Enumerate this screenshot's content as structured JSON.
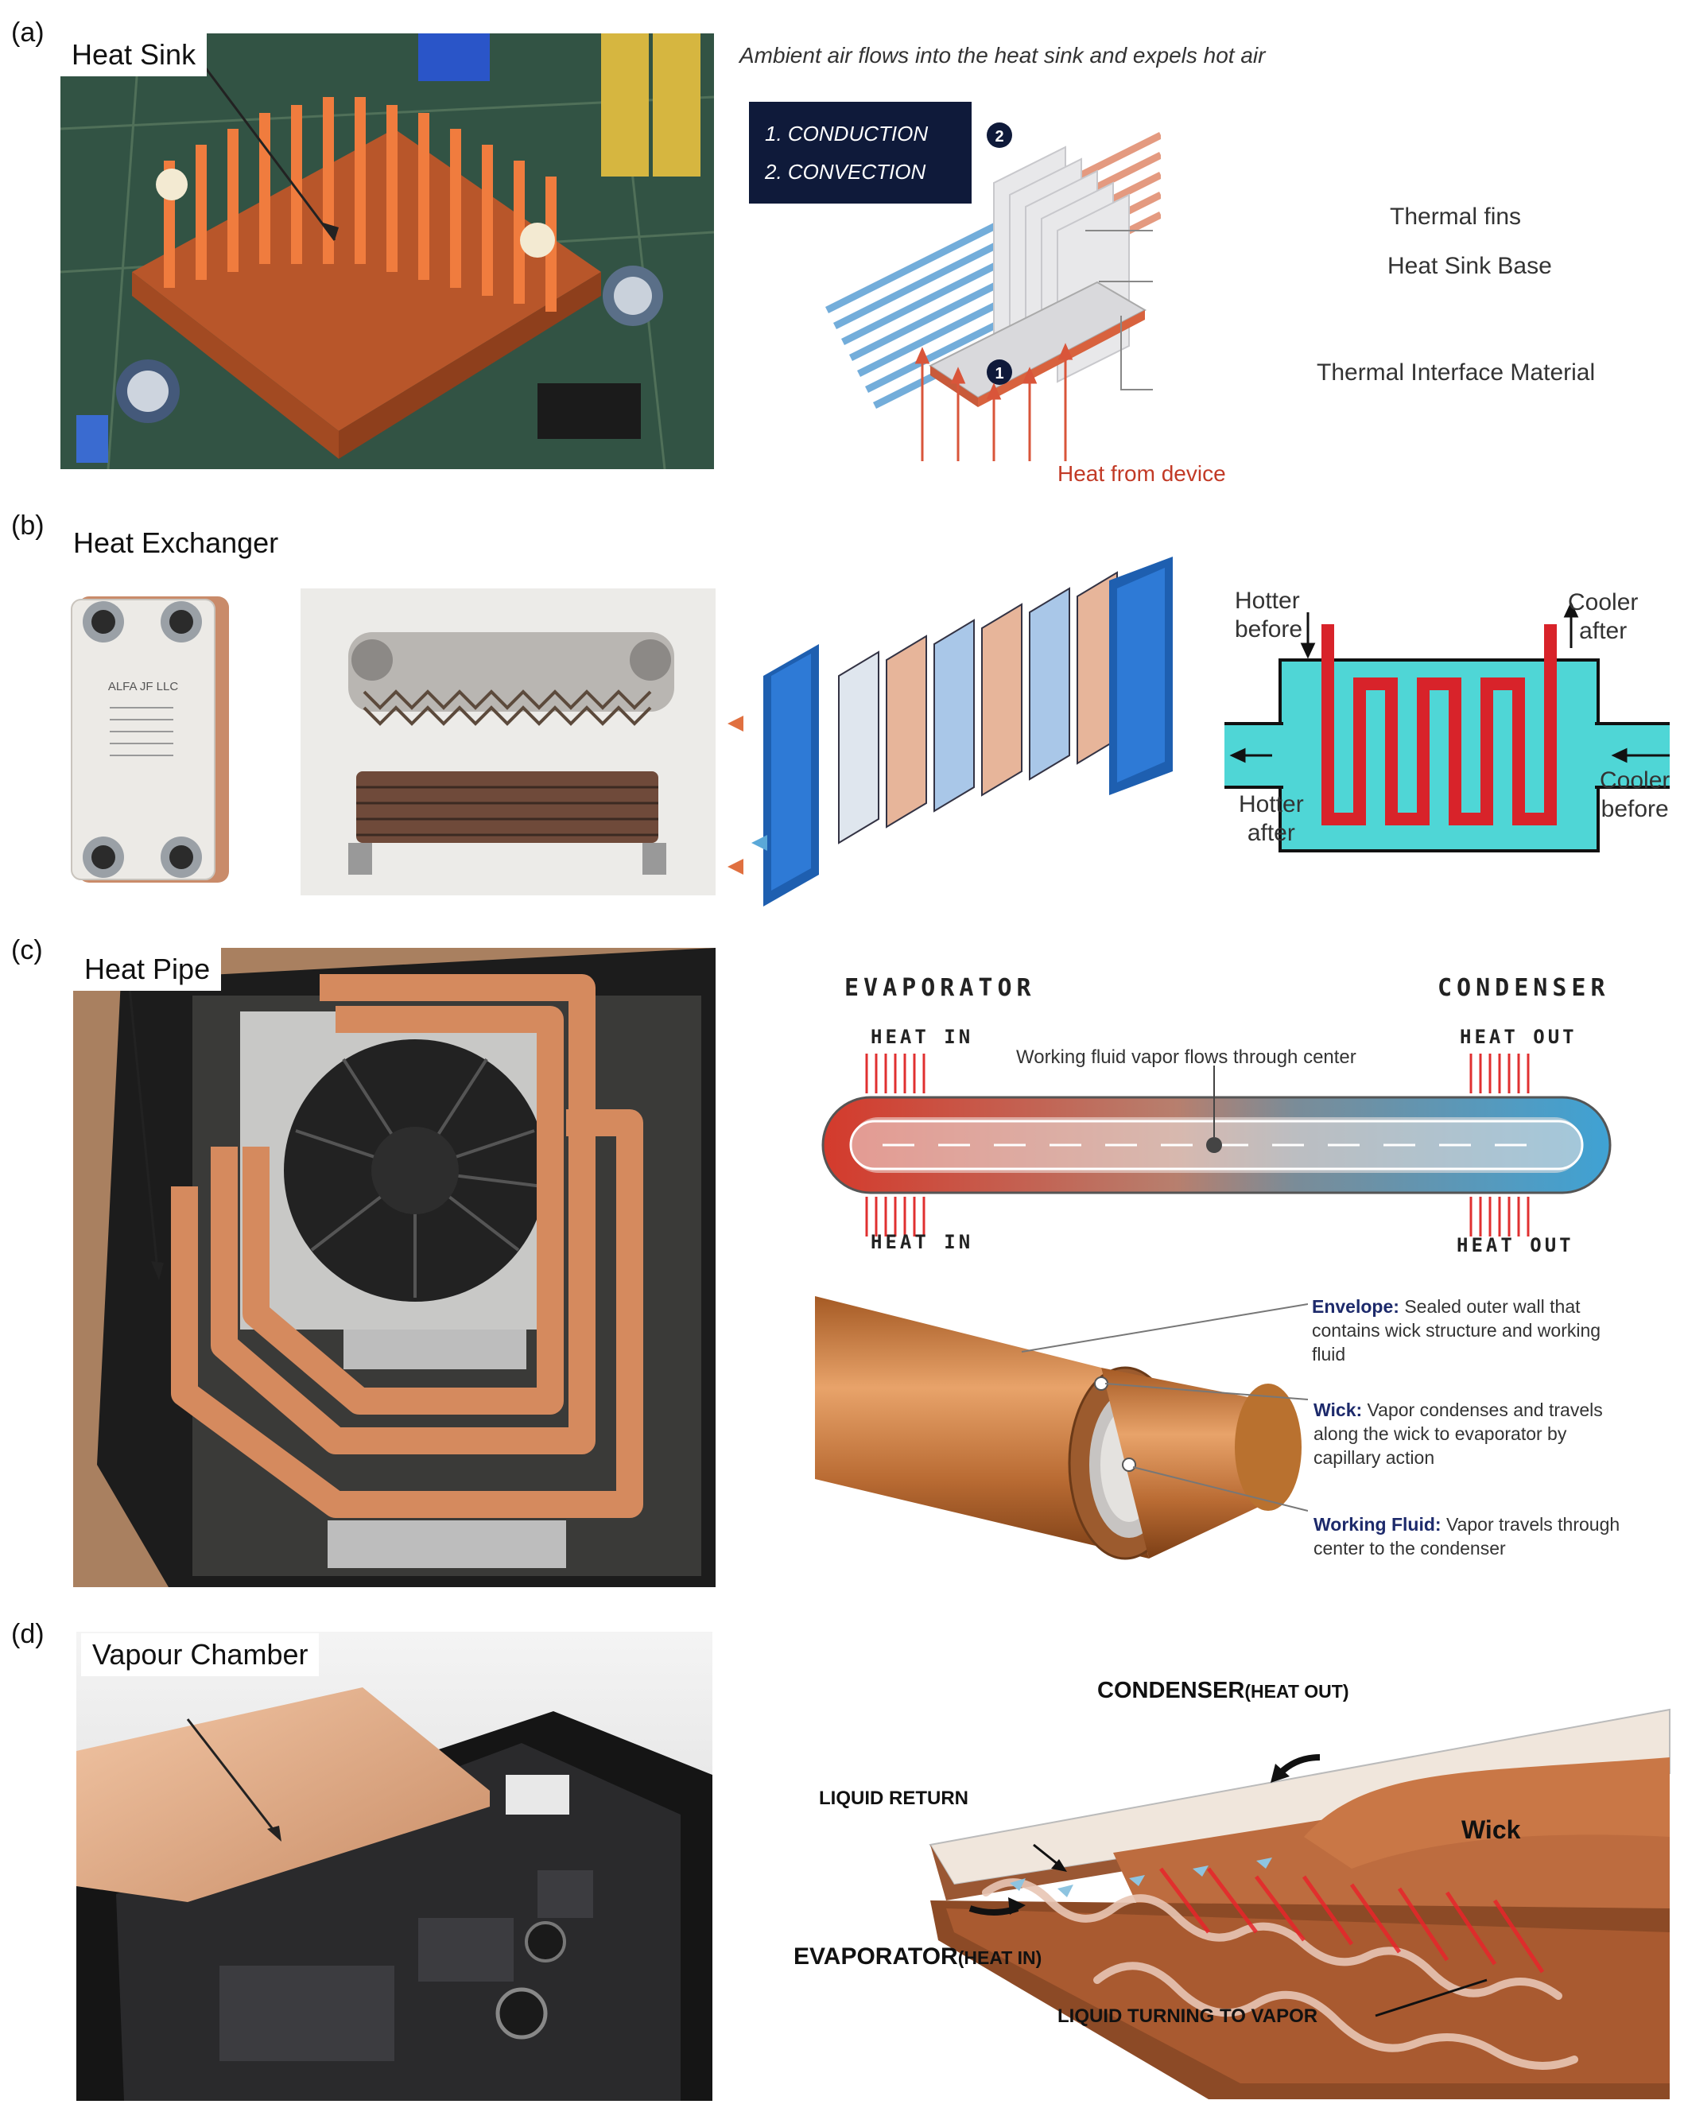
{
  "panels": {
    "a": {
      "label": "(a)",
      "photo_tag": "Heat Sink",
      "diagram_title": "Ambient air flows into the heat sink and expels hot air",
      "legend": [
        "1. CONDUCTION",
        "2. CONVECTION"
      ],
      "markers": [
        "1",
        "2"
      ],
      "callouts": {
        "fins": "Thermal fins",
        "base": "Heat Sink Base",
        "tim": "Thermal Interface Material",
        "heat": "Heat from device"
      }
    },
    "b": {
      "label": "(b)",
      "title": "Heat Exchanger",
      "product_text": "ALFA JF LLC",
      "flow": {
        "hotter_before": [
          "Hotter",
          "before"
        ],
        "cooler_after": [
          "Cooler",
          "after"
        ],
        "hotter_after": [
          "Hotter",
          "after"
        ],
        "cooler_before": [
          "Cooler",
          "before"
        ]
      }
    },
    "c": {
      "label": "(c)",
      "photo_tag": "Heat Pipe",
      "evaporator": "EVAPORATOR",
      "condenser": "CONDENSER",
      "heat_in": "HEAT IN",
      "heat_out": "HEAT OUT",
      "vapor_note": "Working fluid vapor flows through center",
      "parts": [
        {
          "term": "Envelope:",
          "desc": "Sealed outer wall that contains wick structure and working fluid"
        },
        {
          "term": "Wick:",
          "desc": "Vapor condenses and travels along the wick to evaporator by capillary action"
        },
        {
          "term": "Working Fluid:",
          "desc": "Vapor travels through center to the condenser"
        }
      ]
    },
    "d": {
      "label": "(d)",
      "photo_tag": "Vapour Chamber",
      "condenser": "CONDENSER",
      "condenser_note": "(HEAT OUT)",
      "evaporator": "EVAPORATOR",
      "evaporator_note": "(HEAT IN)",
      "liquid_return": "LIQUID RETURN",
      "wick": "Wick",
      "liquid_vapor": "LIQUID TURNING TO VAPOR"
    }
  },
  "colors": {
    "copper": "#c8713a",
    "navy": "#0f1a3a",
    "hot": "#d23b2a",
    "cool": "#5aa8d8",
    "cyan": "#4fd6d6"
  }
}
